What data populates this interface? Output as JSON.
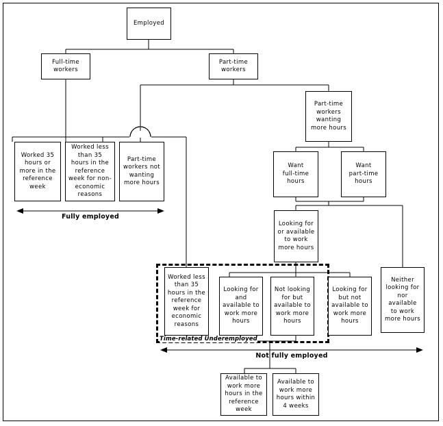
{
  "diagram": {
    "title": "Employed workforce classification flowchart",
    "line_color": "#000000",
    "background_color": "#ffffff",
    "box_fill": "#ffffff"
  },
  "nodes": {
    "employed": "Employed",
    "full_time_workers": "Full-time\nworkers",
    "part_time_workers": "Part-time\nworkers",
    "part_time_wanting_more": "Part-time\nworkers\nwanting\nmore hours",
    "worked_35_or_more": "Worked 35\nhours or\nmore in the\nreference\nweek",
    "worked_less_noneconomic": "Worked less\nthan 35\nhours in the\nreference\nweek for non-\neconomic\nreasons",
    "part_time_not_wanting": "Part-time\nworkers not\nwanting\nmore hours",
    "want_full_time_hours": "Want\nfull-time\nhours",
    "want_part_time_hours": "Want\npart-time\nhours",
    "looking_or_available": "Looking for\nor available\nto work\nmore hours",
    "worked_less_economic": "Worked less\nthan 35\nhours in the\nreference\nweek for\neconomic\nreasons",
    "looking_and_available": "Looking for\nand\navailable to\nwork more\nhours",
    "not_looking_but_available": "Not looking\nfor but\navailable to\nwork more\nhours",
    "looking_but_not_available": "Looking for\nbut not\navailable to\nwork more\nhours",
    "neither_looking_nor_available": "Neither\nlooking for\nnor available\nto work\nmore hours",
    "available_reference_week": "Available to\nwork more\nhours in the\nreference\nweek",
    "available_within_4_weeks": "Available to\nwork more\nhours within\n4 weeks"
  },
  "groups": {
    "time_related_underemployed": "Time-related Underemployed"
  },
  "spans": {
    "fully_employed": "Fully employed",
    "not_fully_employed": "Not fully employed"
  }
}
